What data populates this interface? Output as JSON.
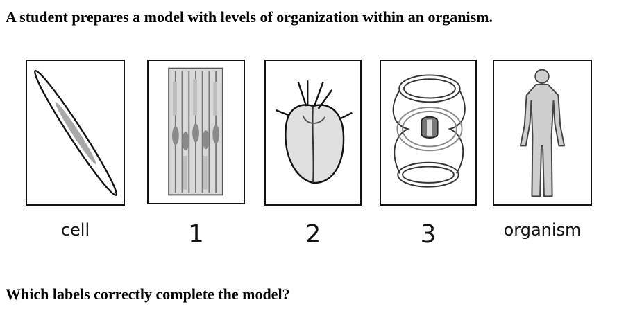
{
  "question": {
    "intro": "A student prepares a model with levels of organization within an organism.",
    "prompt": "Which labels correctly complete the model?"
  },
  "model": {
    "levels": [
      {
        "label": "cell",
        "picture": "muscle-cell"
      },
      {
        "label": "1",
        "picture": "muscle-tissue"
      },
      {
        "label": "2",
        "picture": "heart-organ"
      },
      {
        "label": "3",
        "picture": "circulatory-system"
      },
      {
        "label": "organism",
        "picture": "human-body"
      }
    ]
  }
}
